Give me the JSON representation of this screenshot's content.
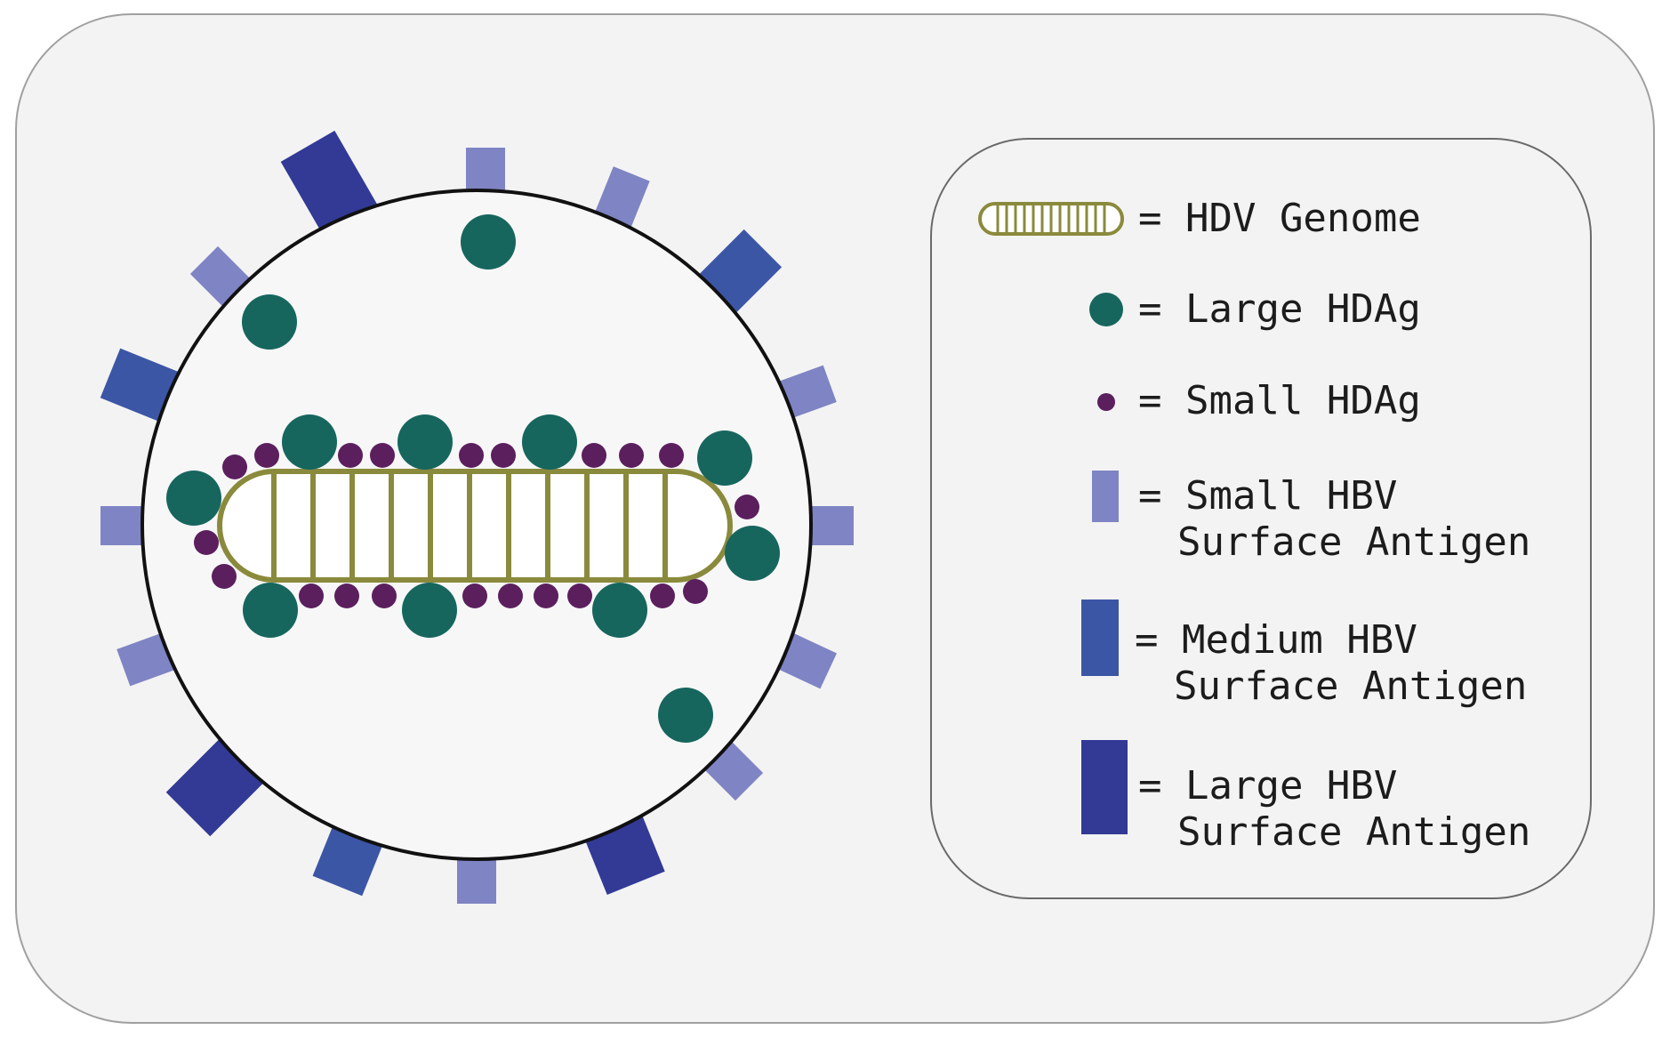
{
  "colors": {
    "background": "#f3f3f3",
    "border": "#9a9a9a",
    "virion_fill": "#f7f7f7",
    "envelope": "#111111",
    "genome": "#8a8a3c",
    "large_hdag": "#17665e",
    "small_hdag": "#5b1f5e",
    "small_hbsag": "#7f84c4",
    "medium_hbsag": "#3c56a6",
    "large_hbsag": "#323a96"
  },
  "legend": {
    "items": [
      {
        "key": "hdv-genome",
        "icon": "genome-icon",
        "lines": [
          "= HDV Genome"
        ]
      },
      {
        "key": "large-hdag",
        "icon": "large-circle-icon",
        "lines": [
          "= Large HDAg"
        ]
      },
      {
        "key": "small-hdag",
        "icon": "small-circle-icon",
        "lines": [
          "= Small HDAg"
        ]
      },
      {
        "key": "small-hbv",
        "icon": "thin-bar-icon",
        "lines": [
          "= Small HBV",
          "Surface Antigen"
        ]
      },
      {
        "key": "medium-hbv",
        "icon": "medium-bar-icon",
        "lines": [
          "= Medium HBV",
          "Surface Antigen"
        ]
      },
      {
        "key": "large-hbv",
        "icon": "wide-bar-icon",
        "lines": [
          "= Large HBV",
          "Surface Antigen"
        ]
      }
    ]
  }
}
